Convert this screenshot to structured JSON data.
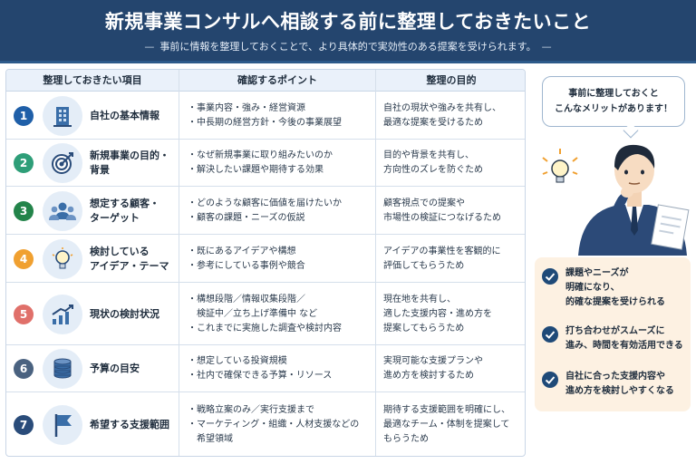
{
  "header": {
    "title": "新規事業コンサルへ相談する前に整理しておきたいこと",
    "subtitle": "事前に情報を整理しておくことで、より具体的で実効性のある提案を受けられます。",
    "dash": "—"
  },
  "table": {
    "headers": [
      "整理しておきたい項目",
      "確認するポイント",
      "整理の目的"
    ],
    "rows": [
      {
        "num": "1",
        "color": "#1f5fa8",
        "icon": "building-icon",
        "name": [
          "自社の基本情報"
        ],
        "points": [
          "・事業内容・強み・経営資源",
          "・中長期の経営方針・今後の事業展望"
        ],
        "purpose": [
          "自社の現状や強みを共有し、",
          "最適な提案を受けるため"
        ]
      },
      {
        "num": "2",
        "color": "#2e9e78",
        "icon": "target-icon",
        "name": [
          "新規事業の目的・",
          "背景"
        ],
        "points": [
          "・なぜ新規事業に取り組みたいのか",
          "・解決したい課題や期待する効果"
        ],
        "purpose": [
          "目的や背景を共有し、",
          "方向性のズレを防ぐため"
        ]
      },
      {
        "num": "3",
        "color": "#23844a",
        "icon": "customers-icon",
        "name": [
          "想定する顧客・",
          "ターゲット"
        ],
        "points": [
          "・どのような顧客に価値を届けたいか",
          "・顧客の課題・ニーズの仮説"
        ],
        "purpose": [
          "顧客視点での提案や",
          "市場性の検証につなげるため"
        ]
      },
      {
        "num": "4",
        "color": "#f0a030",
        "icon": "lightbulb-icon",
        "name": [
          "検討している",
          "アイデア・テーマ"
        ],
        "points": [
          "・既にあるアイデアや構想",
          "・参考にしている事例や競合"
        ],
        "purpose": [
          "アイデアの事業性を客観的に",
          "評価してもらうため"
        ]
      },
      {
        "num": "5",
        "color": "#e0706a",
        "icon": "growth-chart-icon",
        "name": [
          "現状の検討状況"
        ],
        "points": [
          "・構想段階／情報収集段階／",
          "　検証中／立ち上げ準備中 など",
          "・これまでに実施した調査や検討内容"
        ],
        "purpose": [
          "現在地を共有し、",
          "適した支援内容・進め方を",
          "提案してもらうため"
        ]
      },
      {
        "num": "6",
        "color": "#4a6280",
        "icon": "coins-icon",
        "name": [
          "予算の目安"
        ],
        "points": [
          "・想定している投資規模",
          "・社内で確保できる予算・リソース"
        ],
        "purpose": [
          "実現可能な支援プランや",
          "進め方を検討するため"
        ]
      },
      {
        "num": "7",
        "color": "#2a4c7a",
        "icon": "flag-icon",
        "name": [
          "希望する支援範囲"
        ],
        "points": [
          "・戦略立案のみ／実行支援まで",
          "・マーケティング・組織・人材支援などの",
          "　希望領域"
        ],
        "purpose": [
          "期待する支援範囲を明確にし、",
          "最適なチーム・体制を提案して",
          "もらうため"
        ]
      }
    ]
  },
  "bubble": {
    "lines": [
      "事前に整理しておくと",
      "こんなメリットがあります！"
    ]
  },
  "benefits": [
    [
      "課題やニーズが",
      "明確になり、",
      "的確な提案を受けられる"
    ],
    [
      "打ち合わせがスムーズに",
      "進み、時間を有効活用できる"
    ],
    [
      "自社に合った支援内容や",
      "進め方を検討しやすくなる"
    ]
  ],
  "colors": {
    "header_bg": "#24456e",
    "accent": "#1f4a78",
    "benefit_bg": "#fdf1e2"
  }
}
